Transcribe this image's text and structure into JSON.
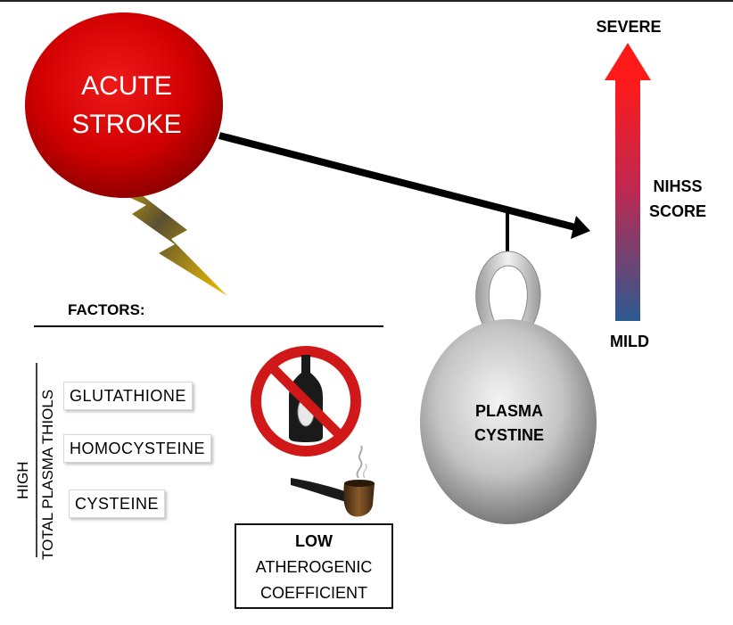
{
  "stroke_label_line1": "ACUTE",
  "stroke_label_line2": "STROKE",
  "scale": {
    "top": "SEVERE",
    "bottom": "MILD",
    "label_line1": "NIHSS",
    "label_line2": "SCORE"
  },
  "weight": {
    "line1": "PLASMA",
    "line2": "CYSTINE"
  },
  "factors": {
    "title": "FACTORS:",
    "group_label_line1": "HIGH",
    "group_label_line2": "TOTAL PLASMA THIOLS",
    "items": [
      "GLUTATHIONE",
      "HOMOCYSTEINE",
      "CYSTEINE"
    ]
  },
  "low_box": {
    "line1": "LOW",
    "line2": "ATHEROGENIC",
    "line3": "COEFFICIENT"
  },
  "icons": [
    "lightning-bolt-icon",
    "no-alcohol-icon",
    "smoking-pipe-icon"
  ]
}
